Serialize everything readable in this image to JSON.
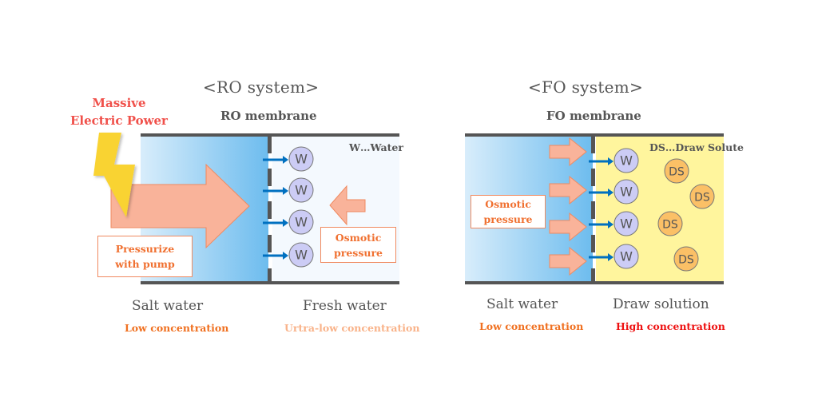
{
  "ro": {
    "title": "<RO system>",
    "membrane_label": "RO membrane",
    "legend": "W…Water",
    "power_label_line1": "Massive",
    "power_label_line2": "Electric Power",
    "pump_label_line1": "Pressurize",
    "pump_label_line2": "with pump",
    "osmotic_label_line1": "Osmotic",
    "osmotic_label_line2": "pressure",
    "left_side": {
      "label": "Salt water",
      "concentration": "Low concentration"
    },
    "right_side": {
      "label": "Fresh water",
      "concentration": "Urtra-low concentration"
    },
    "water_molecule": "W",
    "water_count": 4
  },
  "fo": {
    "title": "<FO system>",
    "membrane_label": "FO membrane",
    "legend": "DS…Draw Solute",
    "osmotic_label_line1": "Osmotic",
    "osmotic_label_line2": "pressure",
    "left_side": {
      "label": "Salt water",
      "concentration": "Low concentration"
    },
    "right_side": {
      "label": "Draw solution",
      "concentration": "High concentration"
    },
    "water_molecule": "W",
    "draw_solute": "DS",
    "water_count": 4,
    "draw_solute_count": 4
  },
  "colors": {
    "wall": "#555555",
    "salt_water_light": "#d6ecfa",
    "salt_water_dark": "#6fbdee",
    "fresh_water": "#f4f9fe",
    "draw_solution": "#fff59d",
    "arrow_fill": "#f9b39a",
    "arrow_stroke": "#f08a60",
    "flow_arrow": "#0070c0",
    "water_molecule": "#ccccf5",
    "draw_solute": "#fbc066",
    "bolt": "#f9d330",
    "power_text": "#f0504a",
    "low_conc": "#f07020",
    "ultra_low_conc": "#f9b38a",
    "high_conc": "#ee1111"
  }
}
